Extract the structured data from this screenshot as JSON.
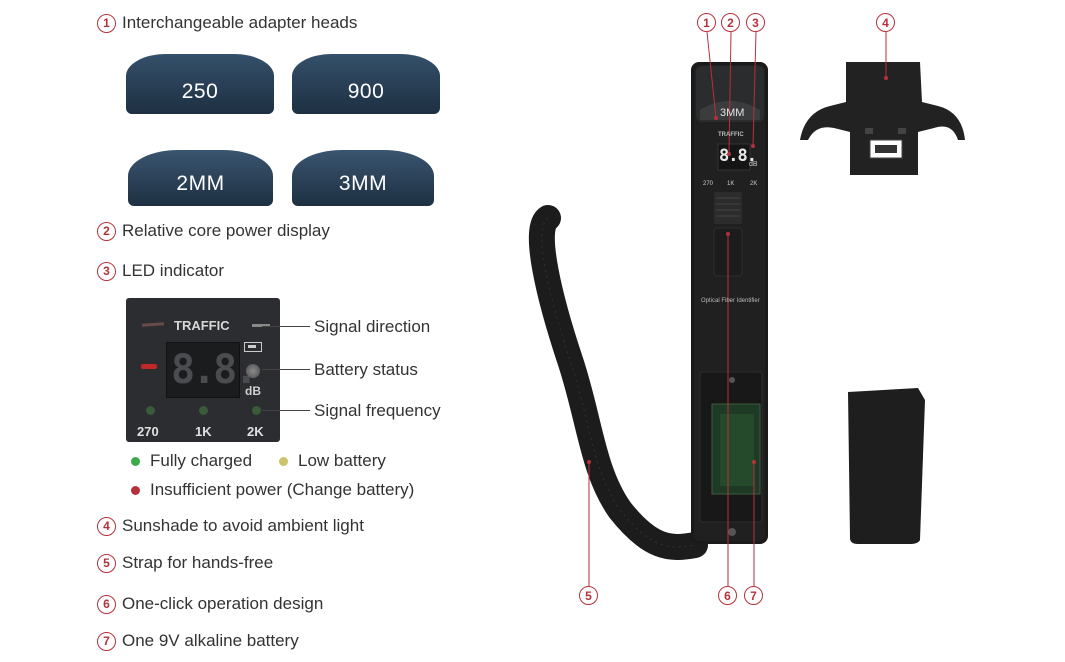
{
  "features": [
    {
      "num": "1",
      "text": "Interchangeable adapter heads"
    },
    {
      "num": "2",
      "text": "Relative core power display"
    },
    {
      "num": "3",
      "text": "LED indicator"
    },
    {
      "num": "4",
      "text": "Sunshade to avoid ambient light"
    },
    {
      "num": "5",
      "text": "Strap for hands-free"
    },
    {
      "num": "6",
      "text": "One-click operation design"
    },
    {
      "num": "7",
      "text": "One 9V alkaline battery"
    }
  ],
  "adapter_heads": [
    "250",
    "900",
    "2MM",
    "3MM"
  ],
  "led_panel": {
    "traffic": "TRAFFIC",
    "digits": "8.8.",
    "db": "dB",
    "freqs": [
      "270",
      "1K",
      "2K"
    ]
  },
  "callouts": {
    "signal_direction": "Signal direction",
    "battery_status": "Battery status",
    "signal_frequency": "Signal frequency"
  },
  "battery_legend": [
    {
      "color": "#3daa4a",
      "text": "Fully charged"
    },
    {
      "color": "#c9c46a",
      "text": "Low battery"
    },
    {
      "color": "#b5323a",
      "text": "Insufficient power (Change battery)"
    }
  ],
  "device": {
    "head_label": "3MM",
    "traffic": "TRAFFIC",
    "digits": "8.8.",
    "db": "dB",
    "freqs": [
      "270",
      "1K",
      "2K"
    ],
    "brand_text": "Optical Fiber Identifier"
  },
  "markers": [
    "1",
    "2",
    "3",
    "4",
    "5",
    "6",
    "7"
  ],
  "colors": {
    "accent": "#b5323a",
    "device": "#1a1a1a"
  }
}
